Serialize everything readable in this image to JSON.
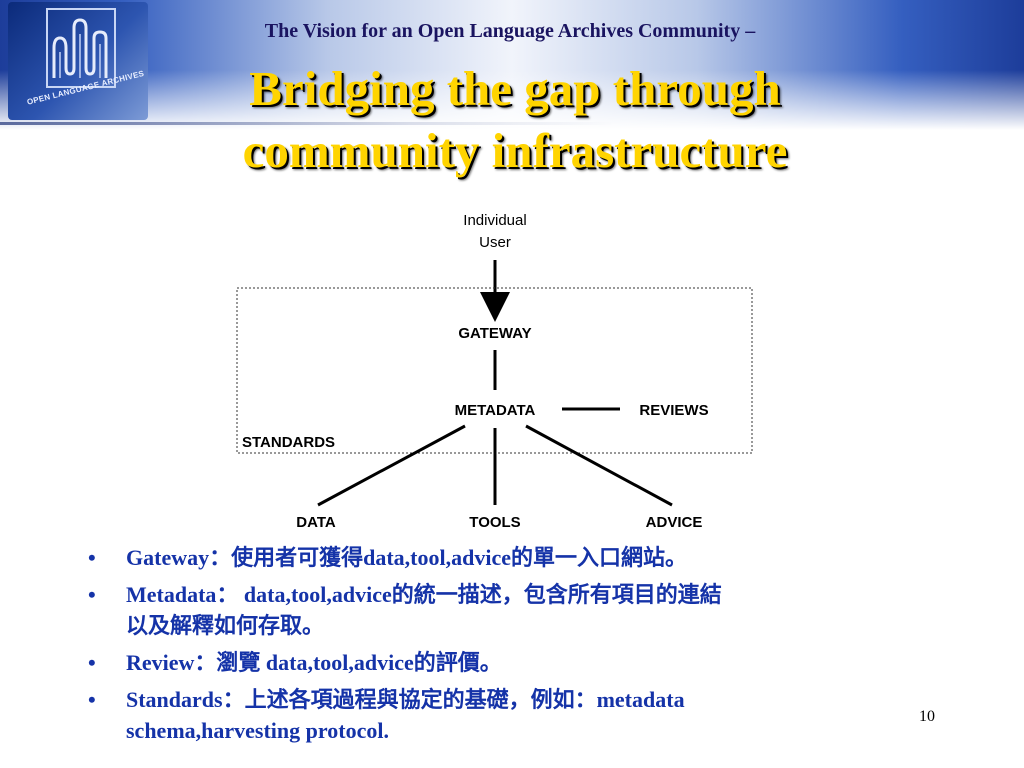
{
  "header": {
    "subtitle": "The Vision for an Open Language Archives Community –",
    "title_line1": "Bridging the gap through",
    "title_line2": "community infrastructure",
    "logo_text": "OPEN LANGUAGE ARCHIVES"
  },
  "diagram": {
    "user_line1": "Individual",
    "user_line2": "User",
    "gateway": "GATEWAY",
    "metadata": "METADATA",
    "reviews": "REVIEWS",
    "standards": "STANDARDS",
    "data": "DATA",
    "tools": "TOOLS",
    "advice": "ADVICE"
  },
  "bullets": [
    {
      "marker": "•",
      "text": "Gateway：使用者可獲得data,tool,advice的單一入口網站。"
    },
    {
      "marker": "•",
      "text": "Metadata： data,tool,advice的統一描述，包含所有項目的連結\n以及解釋如何存取。"
    },
    {
      "marker": "•",
      "text": "Review：瀏覽 data,tool,advice的評價。"
    },
    {
      "marker": "•",
      "text": "Standards：上述各項過程與協定的基礎，例如：metadata\nschema,harvesting protocol."
    }
  ],
  "page_number": "10",
  "colors": {
    "title": "#ffd400",
    "subtitle": "#1a1460",
    "bullets": "#1533a8",
    "header_blue": "#1d3d9a"
  }
}
